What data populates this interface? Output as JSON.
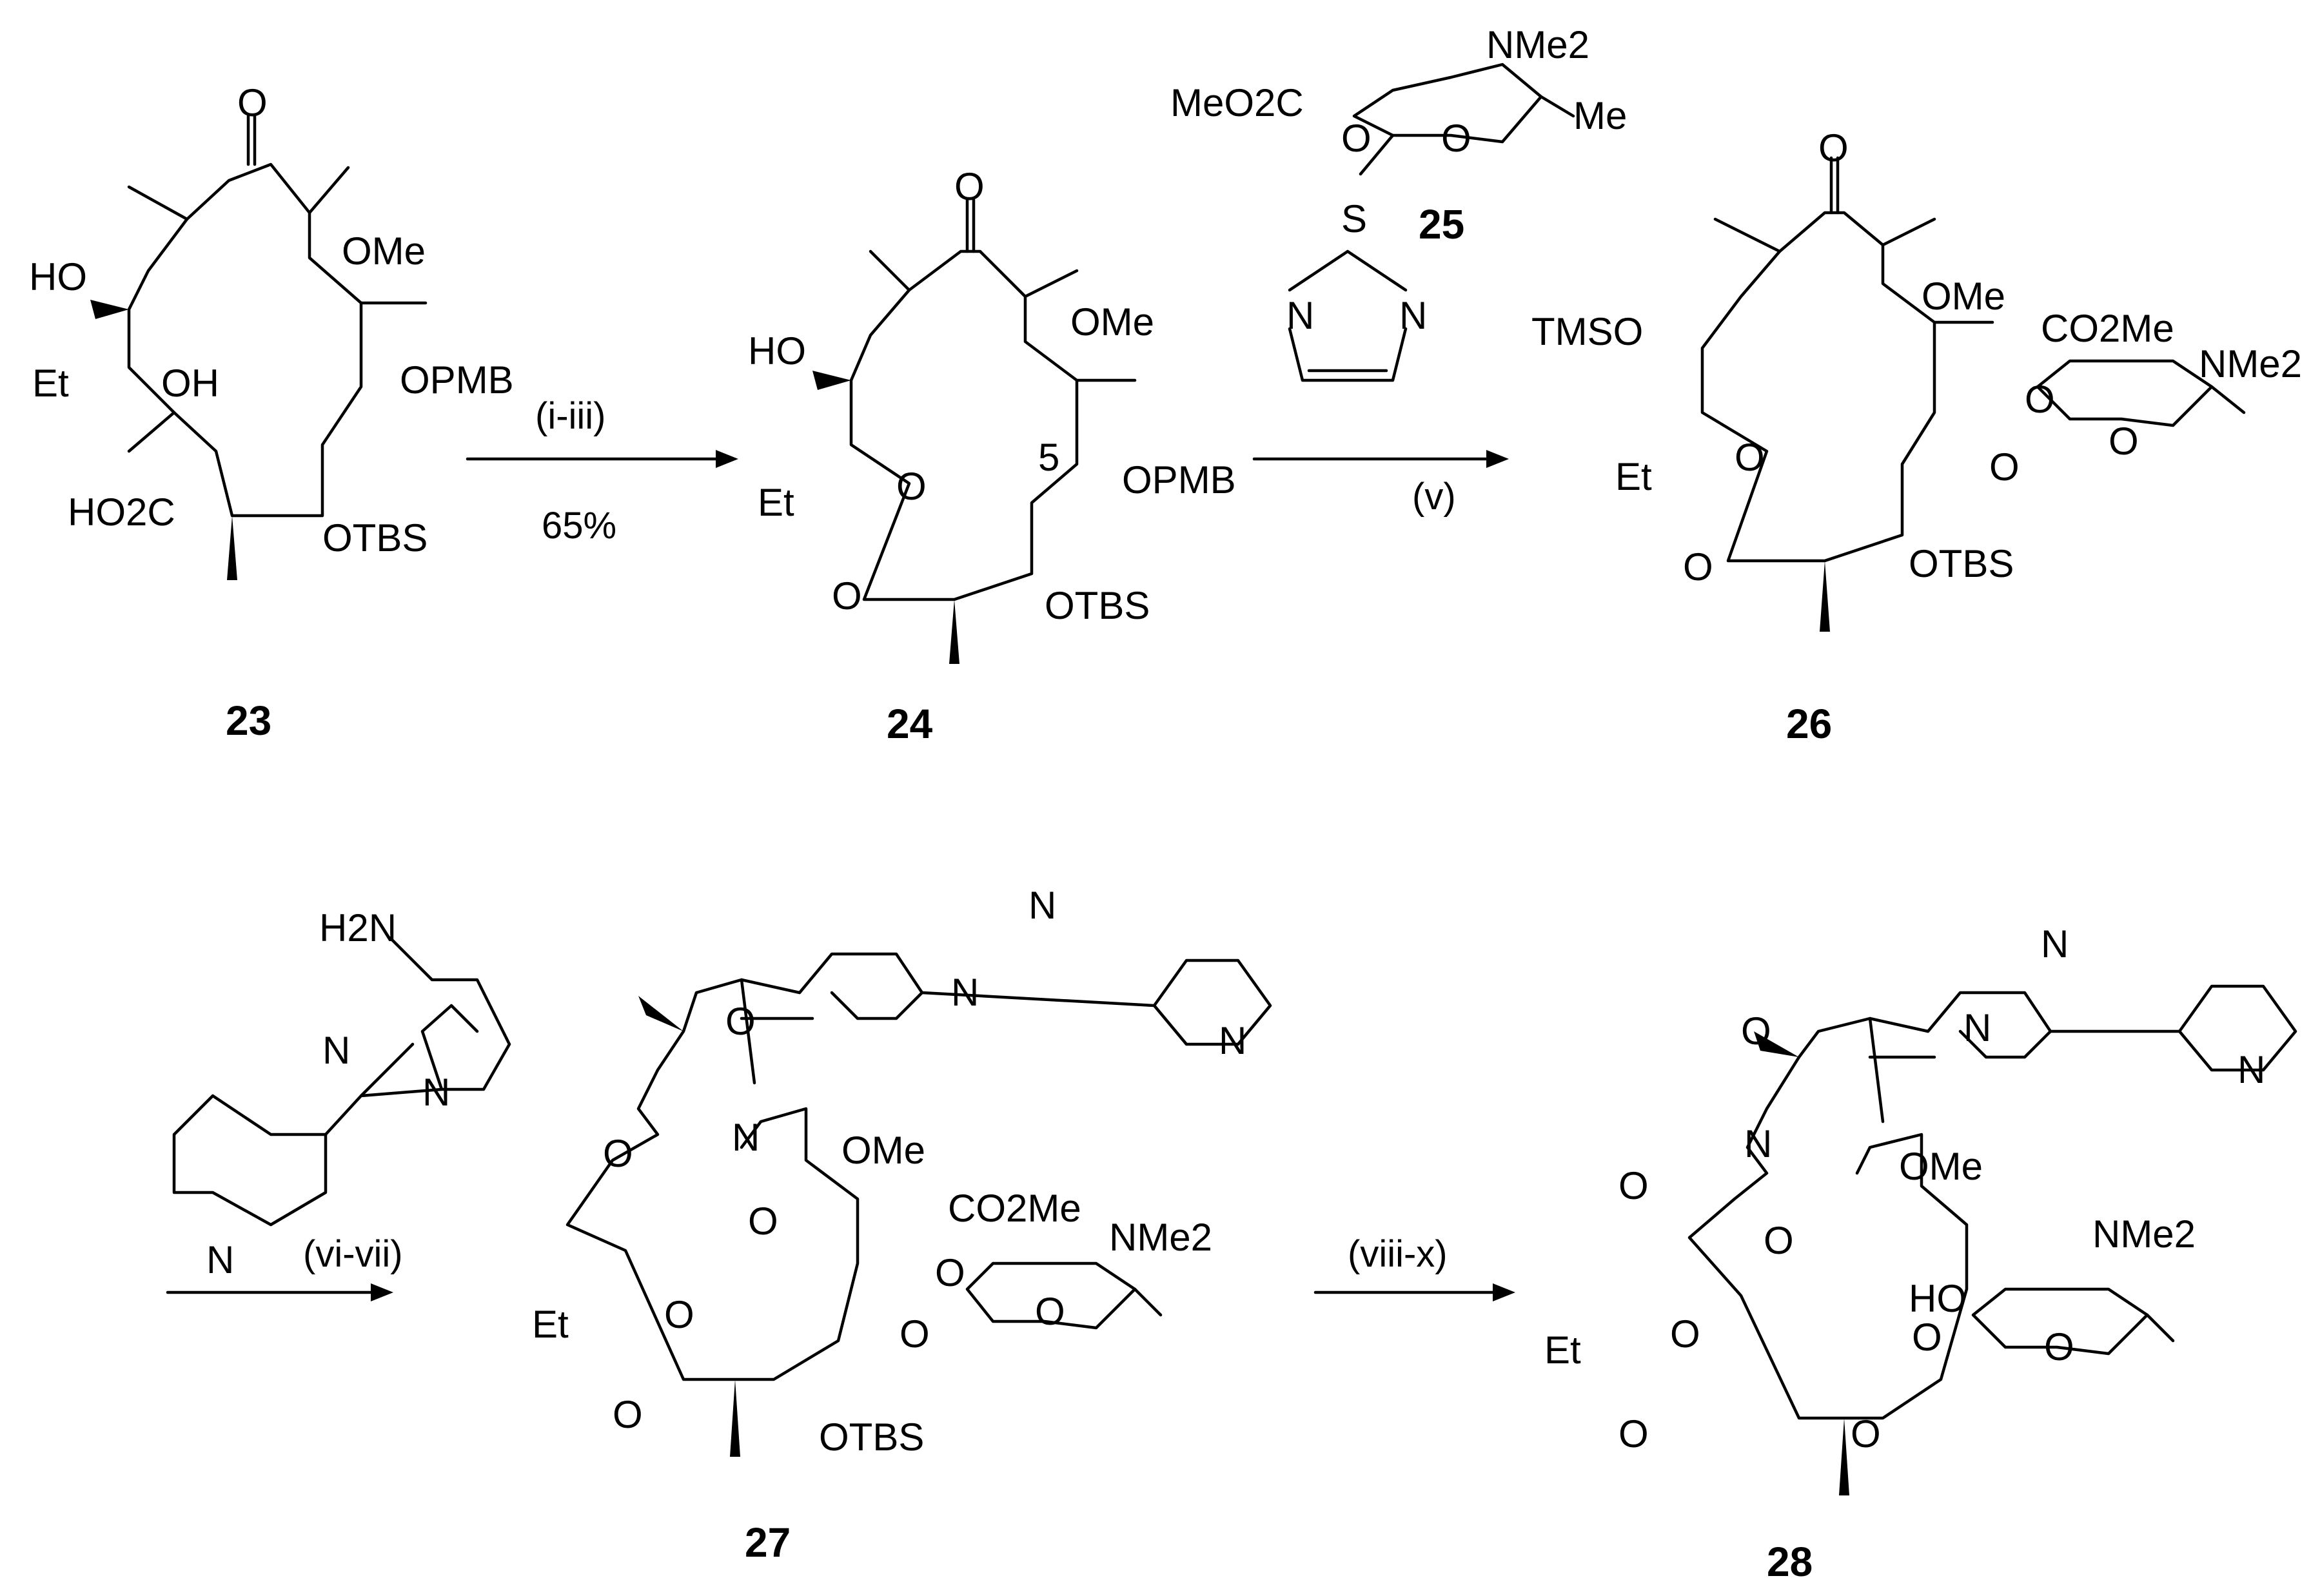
{
  "compounds": {
    "c23": "23",
    "c24": "24",
    "c25": "25",
    "c26": "26",
    "c27": "27",
    "c28": "28"
  },
  "conditions": {
    "step1": "(i-iii)",
    "yield1": "65%",
    "step2": "(v)",
    "step3": "(vi-vii)",
    "step4": "(viii-x)"
  },
  "labels": {
    "O": "O",
    "HO": "HO",
    "OH": "OH",
    "Et": "Et",
    "OMe": "OMe",
    "OPMB": "OPMB",
    "OTBS": "OTBS",
    "HO2C": "HO2C",
    "TMSO": "TMSO",
    "NMe2": "NMe2",
    "MeO2C": "MeO2C",
    "CO2Me": "CO2Me",
    "Me": "Me",
    "S": "S",
    "N": "N",
    "H2N": "H2N",
    "pos5": "5"
  }
}
